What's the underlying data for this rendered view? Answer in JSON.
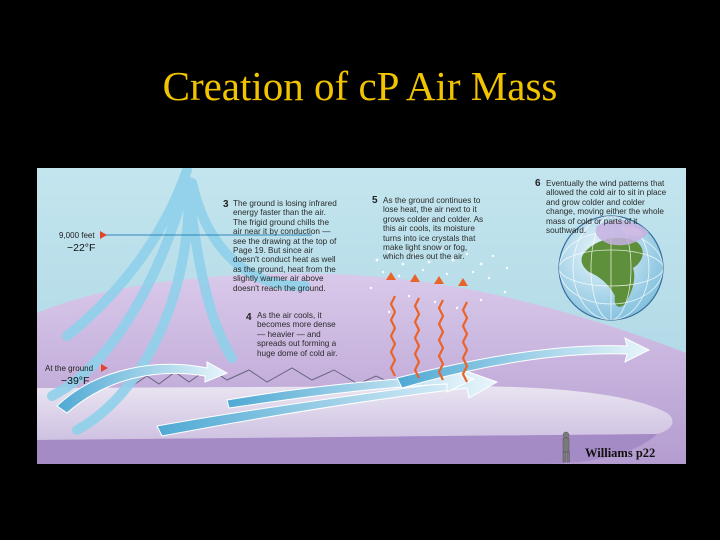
{
  "slide": {
    "title": "Creation of cP Air Mass"
  },
  "figure": {
    "altitude": {
      "label": "9,000 feet",
      "temp": "−22°F"
    },
    "ground": {
      "label": "At the ground",
      "temp": "−39°F"
    },
    "steps": [
      {
        "num": "3",
        "lines": [
          "The ground is losing infrared",
          "energy faster than the air.",
          "The frigid ground chills the",
          "air near it by conduction —",
          "see the drawing at the top of",
          "Page 19. But since air",
          "doesn't conduct heat as well",
          "as the ground, heat from the",
          "slightly warmer air above",
          "doesn't reach the ground."
        ]
      },
      {
        "num": "4",
        "lines": [
          "As the air cools, it",
          "becomes more dense",
          "— heavier — and",
          "spreads out forming a",
          "huge dome of cold air."
        ]
      },
      {
        "num": "5",
        "lines": [
          "As the ground continues to",
          "lose heat, the air next to it",
          "grows colder and colder. As",
          "this air cools, its moisture",
          "turns into ice crystals that",
          "make light snow or fog,",
          "which dries out the air."
        ]
      },
      {
        "num": "6",
        "lines": [
          "Eventually the wind patterns that",
          "allowed the cold air to sit in place",
          "and grow colder and colder",
          "change, moving either the whole",
          "mass of cold or parts of it",
          "southward."
        ]
      }
    ],
    "credit": "Williams p22",
    "colors": {
      "sky": "#b6dde8",
      "dome": "#c9b4df",
      "arrow": "#5fb6dc",
      "heat": "#e8642a",
      "title": "#f2c400"
    }
  }
}
